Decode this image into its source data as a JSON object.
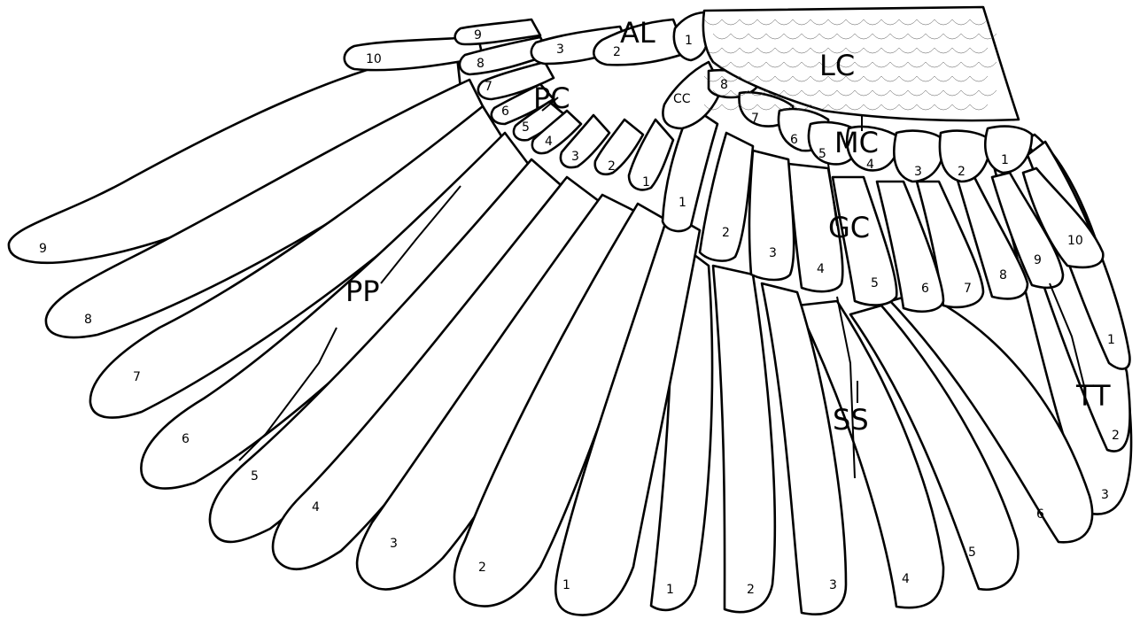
{
  "groups": {
    "al": "AL",
    "lc": "LC",
    "pc": "PC",
    "cc": "CC",
    "mc": "MC",
    "gc": "GC",
    "pp": "PP",
    "ss": "SS",
    "tt": "TT"
  },
  "primaries": [
    "9",
    "8",
    "7",
    "6",
    "5",
    "4",
    "3",
    "2",
    "1"
  ],
  "secondaries": [
    "1",
    "2",
    "3",
    "4",
    "5",
    "6"
  ],
  "tertials": [
    "1",
    "2",
    "3"
  ],
  "greater_coverts": [
    "1",
    "2",
    "3",
    "4",
    "5",
    "6",
    "7",
    "8",
    "9",
    "10"
  ],
  "median_coverts": [
    "8",
    "7",
    "6",
    "5",
    "4",
    "3",
    "2",
    "1"
  ],
  "primary_coverts": [
    "10",
    "9",
    "8",
    "7",
    "6",
    "5",
    "4",
    "3",
    "2",
    "1"
  ],
  "alula": [
    "1",
    "2",
    "3"
  ]
}
